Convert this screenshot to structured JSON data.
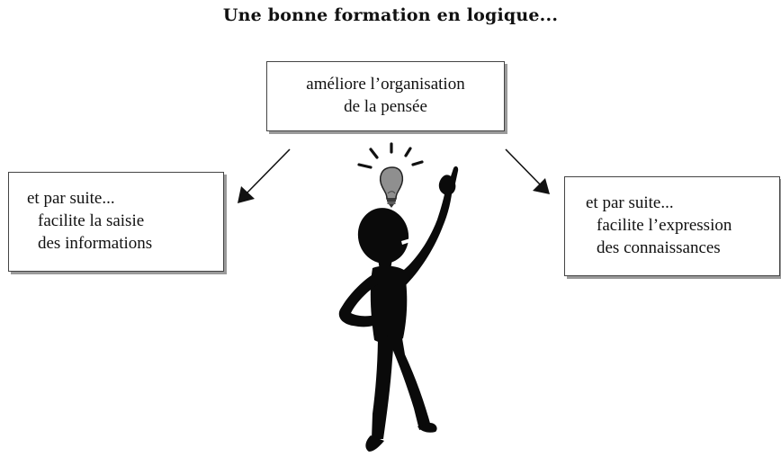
{
  "title": "Une bonne formation en logique...",
  "boxes": {
    "top": {
      "line1": "améliore l’organisation",
      "line2": "de la pensée"
    },
    "left": {
      "line1": "et par suite...",
      "line2": "facilite la saisie",
      "line3": "des informations"
    },
    "right": {
      "line1": "et par suite...",
      "line2": "facilite l’expression",
      "line3": "des connaissances"
    }
  },
  "icons": [
    "arrow-down-left-icon",
    "arrow-down-right-icon",
    "light-bulb-icon",
    "thinking-figure-icon"
  ]
}
